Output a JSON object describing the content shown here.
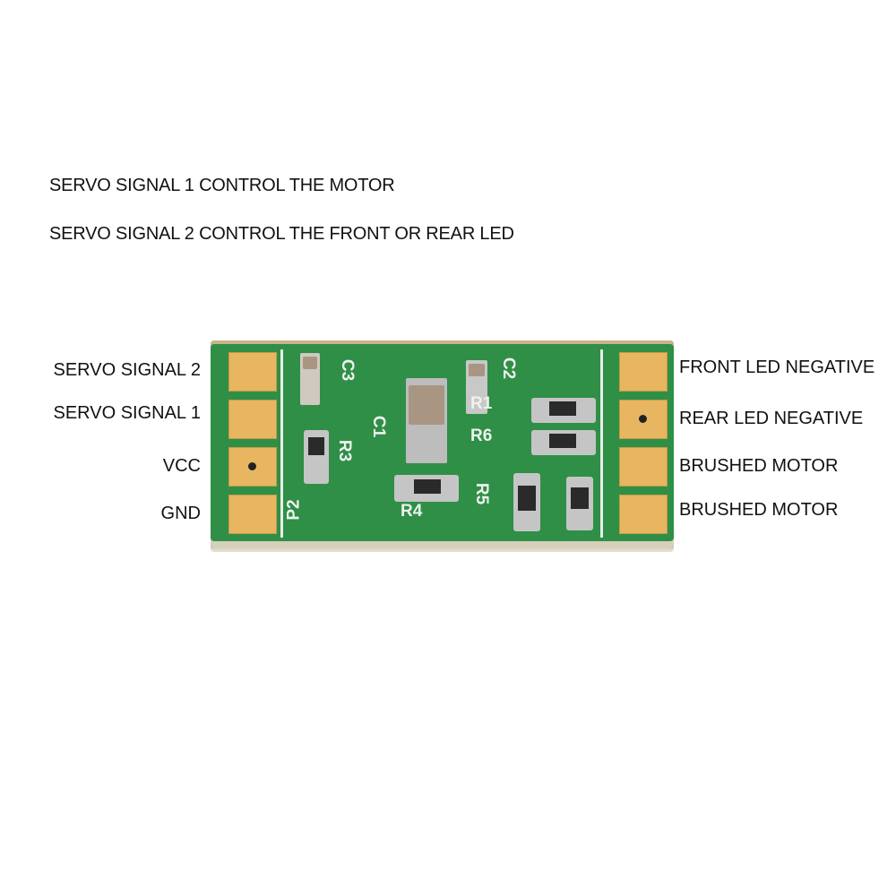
{
  "notes": [
    "SERVO SIGNAL 1 CONTROL THE MOTOR",
    "SERVO SIGNAL 2 CONTROL THE FRONT OR REAR LED"
  ],
  "left_pins": [
    "SERVO SIGNAL 2",
    "SERVO SIGNAL 1",
    "VCC",
    "GND"
  ],
  "right_pins": [
    "FRONT LED NEGATIVE",
    "REAR LED NEGATIVE",
    "BRUSHED MOTOR",
    "BRUSHED MOTOR"
  ],
  "silkscreen": {
    "c1": "C1",
    "c2": "C2",
    "c3": "C3",
    "r1": "R1",
    "r3": "R3",
    "r4": "R4",
    "r5": "R5",
    "r6": "R6",
    "p2": "P2"
  },
  "colors": {
    "pcb": "#2f8f47",
    "pad": "#e8b660"
  }
}
